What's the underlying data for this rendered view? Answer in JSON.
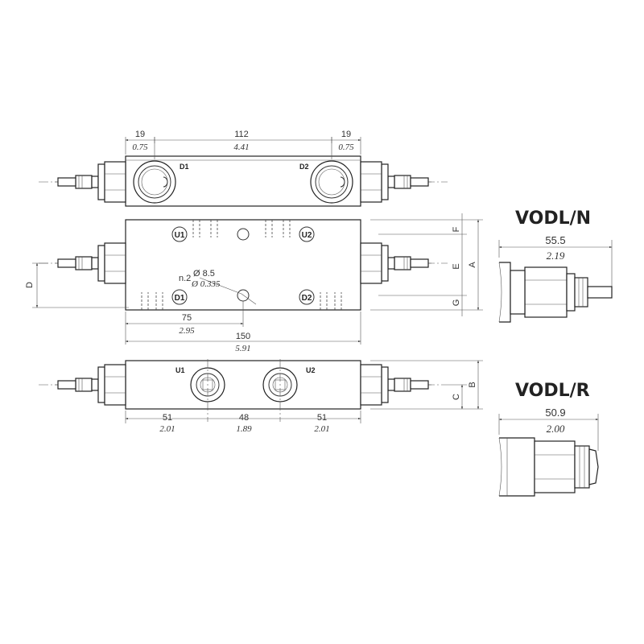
{
  "top_view": {
    "dims": {
      "left": "19",
      "left_in": "0.75",
      "mid": "112",
      "mid_in": "4.41",
      "right": "19",
      "right_in": "0.75"
    },
    "ports": {
      "left": "D1",
      "right": "D2"
    }
  },
  "front_view": {
    "ports": {
      "u1": "U1",
      "u2": "U2",
      "d1": "D1",
      "d2": "D2"
    },
    "hole": {
      "count": "n.2",
      "dia_mm": "Ø 8.5",
      "dia_in": "Ø 0.335"
    },
    "dims": {
      "d75": "75",
      "d75_in": "2.95",
      "d150": "150",
      "d150_in": "5.91"
    },
    "side_letters": {
      "F": "F",
      "E": "E",
      "A": "A",
      "G": "G",
      "D": "D"
    }
  },
  "bottom_view": {
    "ports": {
      "left": "U1",
      "right": "U2"
    },
    "dims": {
      "a": "51",
      "a_in": "2.01",
      "b": "48",
      "b_in": "1.89",
      "c": "51",
      "c_in": "2.01"
    },
    "side_letters": {
      "C": "C",
      "B": "B"
    }
  },
  "variants": [
    {
      "title": "VODL/N",
      "dim": "55.5",
      "dim_in": "2.19"
    },
    {
      "title": "VODL/R",
      "dim": "50.9",
      "dim_in": "2.00"
    }
  ]
}
